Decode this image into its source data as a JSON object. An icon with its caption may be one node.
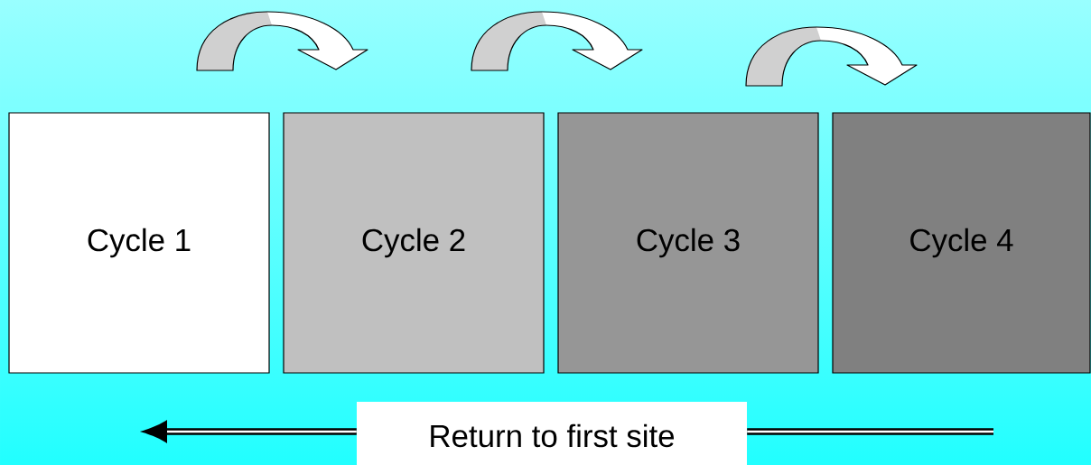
{
  "diagram": {
    "nodes": [
      {
        "text": [
          "Cycle 1"
        ]
      },
      {
        "text": [
          "Cycle 2"
        ]
      },
      {
        "text": [
          "Cycle 3"
        ]
      },
      {
        "text": [
          "Cycle 4"
        ]
      },
      {
        "text": [
          "Return to first site"
        ]
      }
    ],
    "edges": [
      {
        "from": 0,
        "to": 1,
        "arrow": "to"
      },
      {
        "from": 1,
        "to": 2,
        "arrow": "to"
      },
      {
        "from": 2,
        "to": 3,
        "arrow": "to"
      },
      {
        "from": 4,
        "to": null,
        "arrow": "to"
      },
      {
        "from": null,
        "to": 4,
        "arrow": "none"
      }
    ]
  }
}
